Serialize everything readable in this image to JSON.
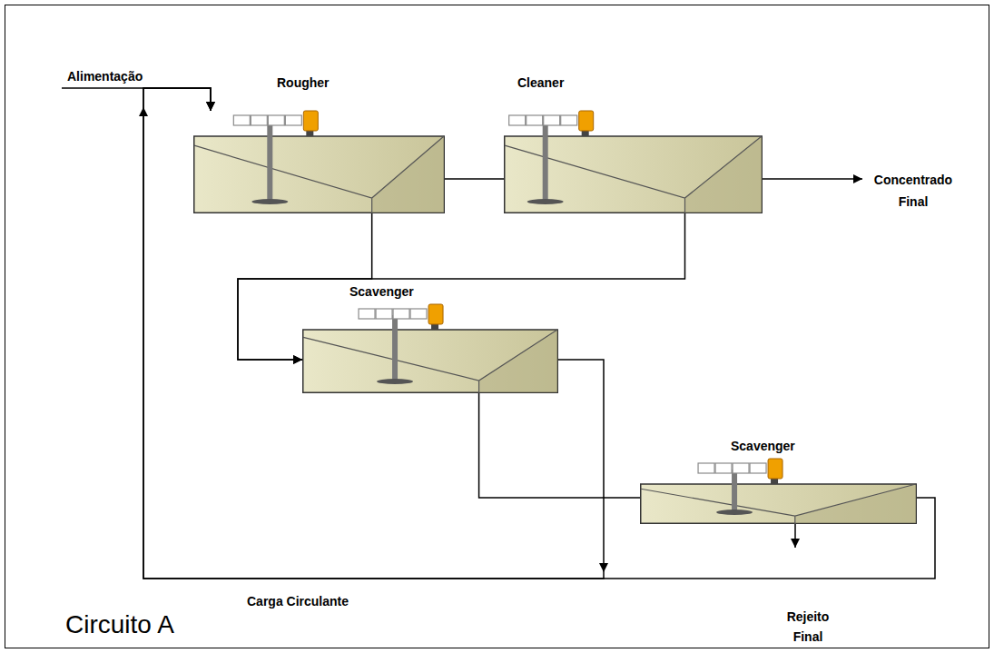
{
  "diagram": {
    "caption": "Circuito A",
    "nodes": [
      {
        "text": [
          "Rougher"
        ]
      },
      {
        "text": [
          "Cleaner"
        ]
      },
      {
        "text": [
          "Scavenger"
        ]
      },
      {
        "text": [
          "Scavenger"
        ]
      }
    ],
    "edges": [
      {
        "from": 0,
        "to": 1,
        "arrow": "none"
      },
      {
        "from": 0,
        "to": 2,
        "arrow": "to"
      },
      {
        "from": 1,
        "to": 2,
        "arrow": "to"
      },
      {
        "from": 2,
        "to": 0,
        "arrow": "to"
      },
      {
        "from": 2,
        "to": 3,
        "arrow": "none"
      },
      {
        "from": 3,
        "to": 0,
        "arrow": "to"
      }
    ],
    "labels": [
      "Alimentação",
      "Concentrado Final",
      "Carga Circulante",
      "Rejeito Final"
    ]
  }
}
